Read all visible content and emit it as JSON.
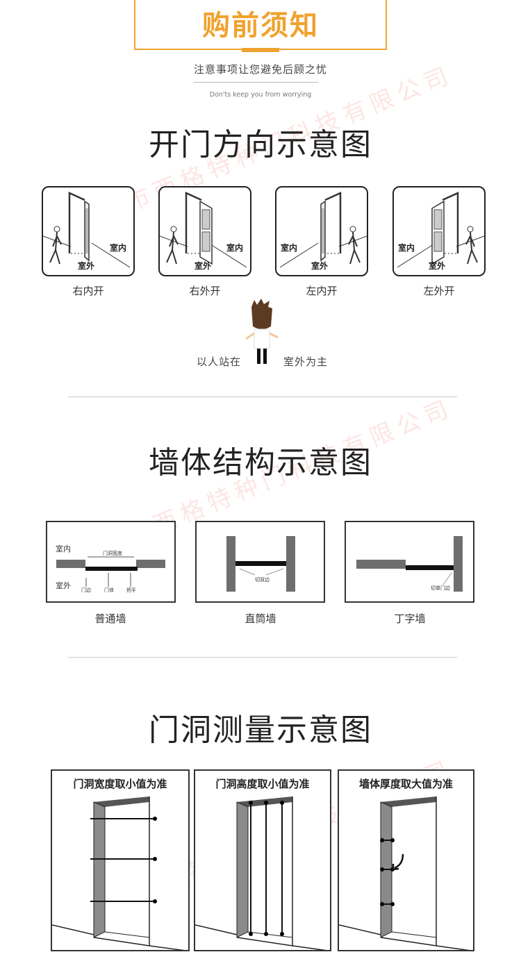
{
  "header": {
    "title": "购前须知",
    "subtitle": "注意事项让您避免后顾之忧",
    "english": "Don'ts keep you from worrying"
  },
  "sections": [
    {
      "title": "开门方向示意图",
      "doors": [
        {
          "label": "右内开",
          "inside": "室内",
          "outside": "室外"
        },
        {
          "label": "右外开",
          "inside": "室内",
          "outside": "室外"
        },
        {
          "label": "左内开",
          "inside": "室内",
          "outside": "室外"
        },
        {
          "label": "左外开",
          "inside": "室内",
          "outside": "室外"
        }
      ],
      "note_left": "以人站在",
      "note_right": "室外为主"
    },
    {
      "title": "墙体结构示意图",
      "walls": [
        {
          "label": "普通墙",
          "inside": "室内",
          "outside": "室外",
          "width_label": "门洞宽度",
          "callouts": [
            "门边",
            "门体",
            "把手"
          ]
        },
        {
          "label": "直筒墙",
          "callout": "切双边"
        },
        {
          "label": "丁字墙",
          "callout": "切单门边"
        }
      ]
    },
    {
      "title": "门洞测量示意图",
      "measures": [
        {
          "label": "门洞宽度取小值为准"
        },
        {
          "label": "门洞高度取小值为准"
        },
        {
          "label": "墙体厚度取大值为准"
        }
      ]
    }
  ],
  "watermark": "佛山市西格特种门科技有限公司",
  "colors": {
    "accent": "#f0a22e",
    "text": "#222222",
    "wall": "#6e6e6e"
  }
}
